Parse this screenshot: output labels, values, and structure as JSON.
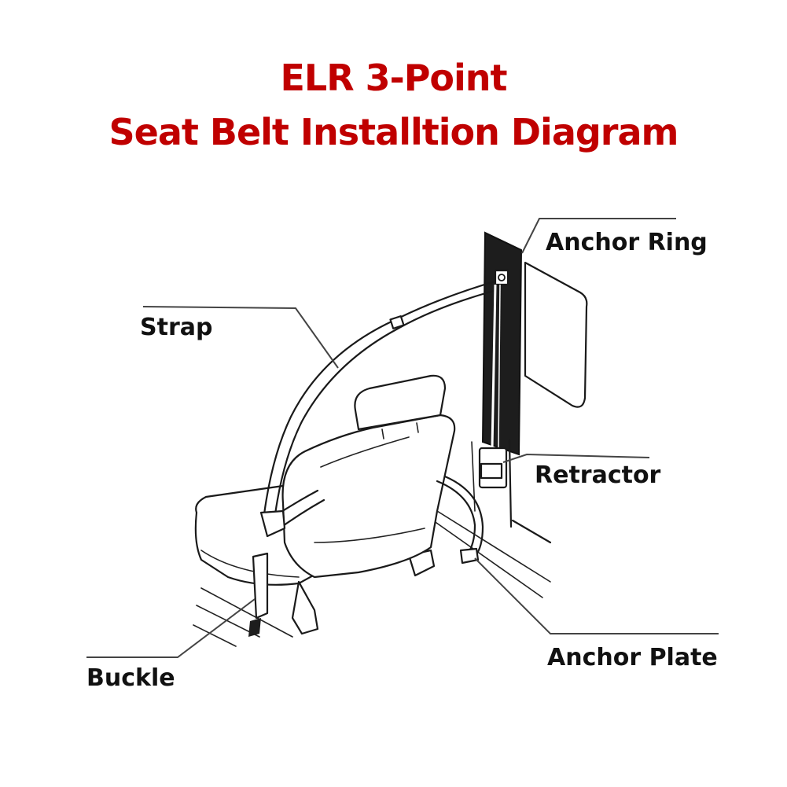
{
  "title": {
    "line1": "ELR 3-Point",
    "line2": "Seat Belt Installtion Diagram",
    "color": "#c00000"
  },
  "labels": {
    "anchor_ring": "Anchor Ring",
    "strap": "Strap",
    "retractor": "Retractor",
    "buckle": "Buckle",
    "anchor_plate": "Anchor Plate"
  }
}
